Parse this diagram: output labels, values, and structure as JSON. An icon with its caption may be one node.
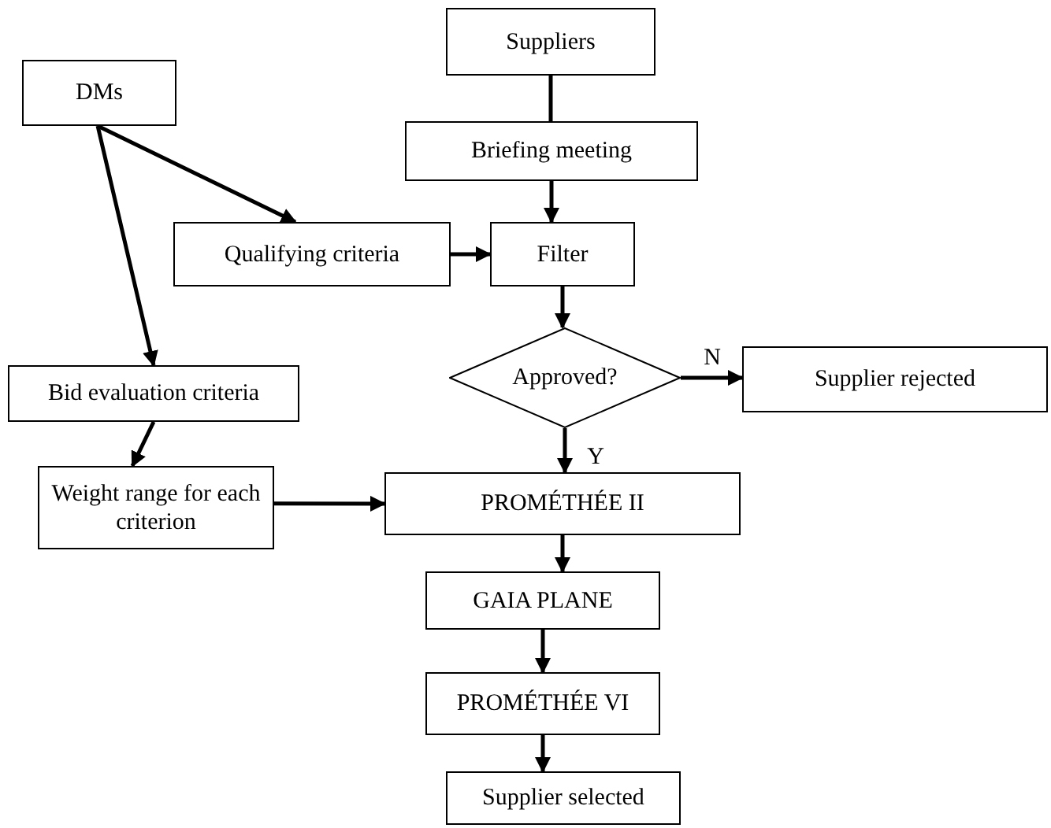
{
  "diagram": {
    "nodes": [
      {
        "text": [
          "Suppliers"
        ]
      },
      {
        "text": [
          "Briefing meeting"
        ]
      },
      {
        "text": [
          "DMs"
        ]
      },
      {
        "text": [
          "Qualifying criteria"
        ]
      },
      {
        "text": [
          "Filter"
        ]
      },
      {
        "text": [
          "Approved?"
        ]
      },
      {
        "text": [
          "Supplier rejected"
        ]
      },
      {
        "text": [
          "Bid evaluation criteria"
        ]
      },
      {
        "text": [
          "Weight range for each criterion"
        ]
      },
      {
        "text": [
          "PROMÉTHÉE II"
        ]
      },
      {
        "text": [
          "GAIA PLANE"
        ]
      },
      {
        "text": [
          "PROMÉTHÉE VI"
        ]
      },
      {
        "text": [
          "Supplier selected"
        ]
      }
    ],
    "edges": [
      {
        "from": 0,
        "to": 1,
        "arrow": "none"
      },
      {
        "from": 1,
        "to": 4,
        "arrow": "to"
      },
      {
        "from": 2,
        "to": 3,
        "arrow": "to"
      },
      {
        "from": 2,
        "to": 7,
        "arrow": "to"
      },
      {
        "from": 3,
        "to": 4,
        "arrow": "to"
      },
      {
        "from": 4,
        "to": 5,
        "arrow": "to"
      },
      {
        "from": 5,
        "to": 6,
        "arrow": "to",
        "label": "N"
      },
      {
        "from": 5,
        "to": 9,
        "arrow": "to",
        "label": "Y"
      },
      {
        "from": 7,
        "to": 8,
        "arrow": "to"
      },
      {
        "from": 8,
        "to": 9,
        "arrow": "to"
      },
      {
        "from": 9,
        "to": 10,
        "arrow": "to"
      },
      {
        "from": 10,
        "to": 11,
        "arrow": "to"
      },
      {
        "from": 11,
        "to": 12,
        "arrow": "to"
      }
    ]
  }
}
